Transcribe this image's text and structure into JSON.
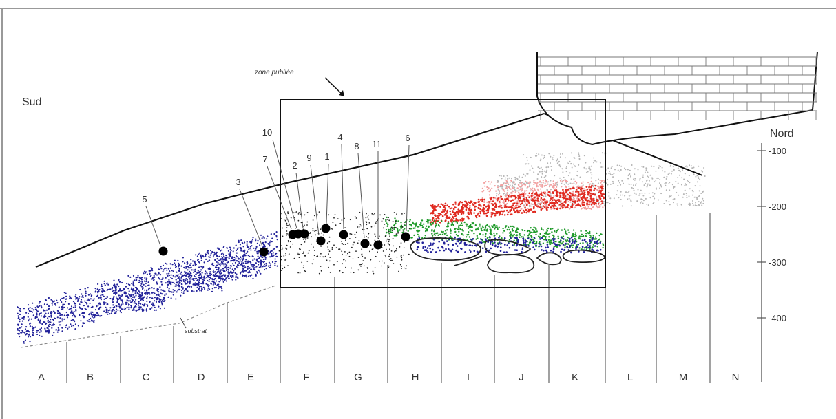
{
  "labels": {
    "south": "Sud",
    "north": "Nord",
    "published_zone": "zone publiée",
    "substrate": "substrat"
  },
  "depth_ticks": [
    "-100",
    "-200",
    "-300",
    "-400"
  ],
  "columns": [
    "A",
    "B",
    "C",
    "D",
    "E",
    "F",
    "G",
    "H",
    "I",
    "J",
    "K",
    "L",
    "M",
    "N"
  ],
  "markers": [
    "1",
    "2",
    "3",
    "4",
    "5",
    "6",
    "7",
    "8",
    "9",
    "10",
    "11"
  ],
  "colors": {
    "blue_points": "#22229a",
    "black_points": "#222222",
    "green_points": "#1f9a2a",
    "red_points": "#e02a20",
    "pink_points": "#f2a0a0",
    "grey_points": "#b4b4b4",
    "lines": "#222222"
  }
}
